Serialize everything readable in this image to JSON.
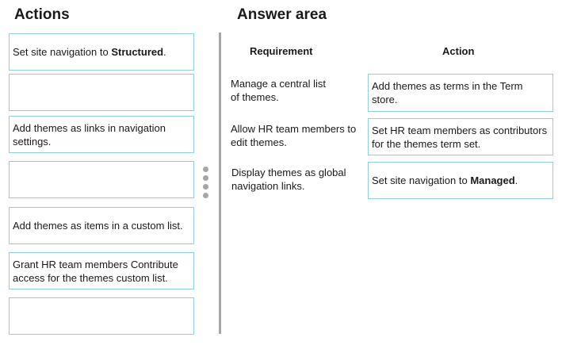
{
  "headings": {
    "actions": "Actions",
    "answer_area": "Answer area"
  },
  "actions": [
    {
      "text": "Set site navigation to ",
      "bold": "Structured",
      "suffix": "."
    },
    {
      "text": "",
      "bold": "",
      "suffix": ""
    },
    {
      "text": "Add themes as links in navigation settings.",
      "bold": "",
      "suffix": ""
    },
    {
      "text": "",
      "bold": "",
      "suffix": ""
    },
    {
      "text": "Add themes as items in a custom list.",
      "bold": "",
      "suffix": ""
    },
    {
      "text": "Grant HR team members Contribute access for the themes custom list.",
      "bold": "",
      "suffix": ""
    },
    {
      "text": "",
      "bold": "",
      "suffix": ""
    }
  ],
  "answer": {
    "col_requirement": "Requirement",
    "col_action": "Action",
    "rows": [
      {
        "requirement": "Manage a central list of themes.",
        "action": "Add themes as terms in the Term store.",
        "action_bold": "",
        "action_suffix": ""
      },
      {
        "requirement": "Allow HR team members to edit themes.",
        "action": "Set HR team members as contributors for the themes term set.",
        "action_bold": "",
        "action_suffix": ""
      },
      {
        "requirement": "Display themes as global navigation links.",
        "action": "Set site navigation to ",
        "action_bold": "Managed",
        "action_suffix": "."
      }
    ]
  },
  "icons": {
    "splitter_handle": "drag-handle-dots-icon"
  },
  "colors": {
    "tile_border": "#8fd0df",
    "divider": "#a6a6a6"
  }
}
